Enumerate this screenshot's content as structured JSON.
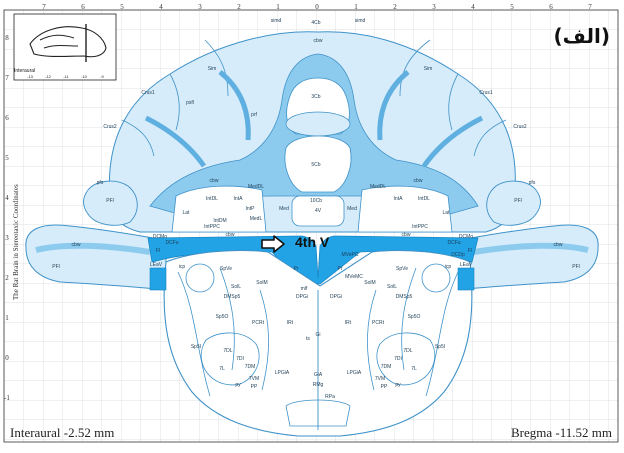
{
  "panel_label": "(الف)",
  "interaural": "Interaural -2.52 mm",
  "bregma": "Bregma -11.52 mm",
  "annotation": {
    "label": "4th V",
    "icon": "right-arrow-icon"
  },
  "top_axis": [
    "7",
    "6",
    "5",
    "4",
    "3",
    "2",
    "1",
    "0",
    "1",
    "2",
    "3",
    "4",
    "5",
    "6",
    "7"
  ],
  "left_axis": [
    "8",
    "7",
    "6",
    "5",
    "4",
    "3",
    "2",
    "1",
    "0",
    "-1"
  ],
  "side_credit": "The Rat Brain in Stereotaxic Coordinates",
  "inset": {
    "label": "Interaural",
    "ticks": [
      "-13",
      "-12",
      "-11",
      "-10",
      "-9"
    ]
  },
  "regions": [
    {
      "id": "r1",
      "text": "simd"
    },
    {
      "id": "r2",
      "text": "4Cb"
    },
    {
      "id": "r3",
      "text": "simd"
    },
    {
      "id": "r4",
      "text": "cbw"
    },
    {
      "id": "r5",
      "text": "Sim"
    },
    {
      "id": "r6",
      "text": "Sim"
    },
    {
      "id": "r7",
      "text": "Crus1"
    },
    {
      "id": "r8",
      "text": "Crus1"
    },
    {
      "id": "r9",
      "text": "psfl"
    },
    {
      "id": "r10",
      "text": "Crus2"
    },
    {
      "id": "r11",
      "text": "Crus2"
    },
    {
      "id": "r12",
      "text": "3Cb"
    },
    {
      "id": "r13",
      "text": "prf"
    },
    {
      "id": "r14",
      "text": "5Cb"
    },
    {
      "id": "r15",
      "text": "cbw"
    },
    {
      "id": "r16",
      "text": "cbw"
    },
    {
      "id": "r17",
      "text": "pfs"
    },
    {
      "id": "r18",
      "text": "pfs"
    },
    {
      "id": "r19",
      "text": "PFl"
    },
    {
      "id": "r20",
      "text": "PFl"
    },
    {
      "id": "r21",
      "text": "MedDL"
    },
    {
      "id": "r22",
      "text": "MedDL"
    },
    {
      "id": "r23",
      "text": "IntDL"
    },
    {
      "id": "r24",
      "text": "IntA"
    },
    {
      "id": "r25",
      "text": "IntP"
    },
    {
      "id": "r26",
      "text": "IntA"
    },
    {
      "id": "r27",
      "text": "IntDL"
    },
    {
      "id": "r28",
      "text": "10Cb"
    },
    {
      "id": "r29",
      "text": "Med"
    },
    {
      "id": "r30",
      "text": "Med"
    },
    {
      "id": "r31",
      "text": "MedL"
    },
    {
      "id": "r32",
      "text": "Lat"
    },
    {
      "id": "r33",
      "text": "Lat"
    },
    {
      "id": "r34",
      "text": "IntDM"
    },
    {
      "id": "r35",
      "text": "IntPPC"
    },
    {
      "id": "r36",
      "text": "IntPPC"
    },
    {
      "id": "r37",
      "text": "cbw"
    },
    {
      "id": "r38",
      "text": "cbw"
    },
    {
      "id": "r39",
      "text": "DCMo"
    },
    {
      "id": "r40",
      "text": "DCMo"
    },
    {
      "id": "r41",
      "text": "DCFu"
    },
    {
      "id": "r42",
      "text": "DCFu"
    },
    {
      "id": "r43",
      "text": "FI"
    },
    {
      "id": "r44",
      "text": "FI"
    },
    {
      "id": "r45",
      "text": "LEaV"
    },
    {
      "id": "r46",
      "text": "LEaV"
    },
    {
      "id": "r47",
      "text": "DCDp"
    },
    {
      "id": "r48",
      "text": "MVePC"
    },
    {
      "id": "r49",
      "text": "icp"
    },
    {
      "id": "r50",
      "text": "icp"
    },
    {
      "id": "r51",
      "text": "SpVe"
    },
    {
      "id": "r52",
      "text": "SpVe"
    },
    {
      "id": "r53",
      "text": "SolL"
    },
    {
      "id": "r54",
      "text": "SolL"
    },
    {
      "id": "r55",
      "text": "SolM"
    },
    {
      "id": "r56",
      "text": "SolM"
    },
    {
      "id": "r57",
      "text": "MVeMC"
    },
    {
      "id": "r58",
      "text": "Pr"
    },
    {
      "id": "r59",
      "text": "Pr"
    },
    {
      "id": "r60",
      "text": "DPGi"
    },
    {
      "id": "r61",
      "text": "DPGi"
    },
    {
      "id": "r62",
      "text": "DMSp5"
    },
    {
      "id": "r63",
      "text": "DMSp5"
    },
    {
      "id": "r64",
      "text": "Sp5O"
    },
    {
      "id": "r65",
      "text": "Sp5O"
    },
    {
      "id": "r66",
      "text": "PCRt"
    },
    {
      "id": "r67",
      "text": "PCRt"
    },
    {
      "id": "r68",
      "text": "IRt"
    },
    {
      "id": "r69",
      "text": "IRt"
    },
    {
      "id": "r70",
      "text": "Gi"
    },
    {
      "id": "r71",
      "text": "Sp5I"
    },
    {
      "id": "r72",
      "text": "Sp5I"
    },
    {
      "id": "r73",
      "text": "7DL"
    },
    {
      "id": "r74",
      "text": "7DL"
    },
    {
      "id": "r75",
      "text": "7DI"
    },
    {
      "id": "r76",
      "text": "7DI"
    },
    {
      "id": "r77",
      "text": "7L"
    },
    {
      "id": "r78",
      "text": "7L"
    },
    {
      "id": "r79",
      "text": "7DM"
    },
    {
      "id": "r80",
      "text": "7DM"
    },
    {
      "id": "r81",
      "text": "7VM"
    },
    {
      "id": "r82",
      "text": "7VM"
    },
    {
      "id": "r83",
      "text": "GiA"
    },
    {
      "id": "r84",
      "text": "LPGiA"
    },
    {
      "id": "r85",
      "text": "LPGiA"
    },
    {
      "id": "r86",
      "text": "RMg"
    },
    {
      "id": "r87",
      "text": "RPa"
    },
    {
      "id": "r88",
      "text": "py"
    },
    {
      "id": "r89",
      "text": "py"
    },
    {
      "id": "r90",
      "text": "PP"
    },
    {
      "id": "r91",
      "text": "PP"
    },
    {
      "id": "r92",
      "text": "mlf"
    },
    {
      "id": "r93",
      "text": "ts"
    },
    {
      "id": "r94",
      "text": "4V"
    },
    {
      "id": "r95",
      "text": "PFl"
    },
    {
      "id": "r96",
      "text": "PFl"
    },
    {
      "id": "r97",
      "text": "cbw"
    },
    {
      "id": "r98",
      "text": "cbw"
    }
  ]
}
